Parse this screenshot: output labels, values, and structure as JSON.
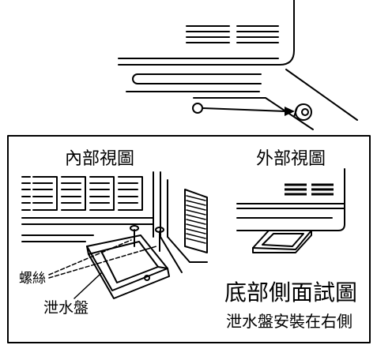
{
  "labels": {
    "inner_view": "內部視圖",
    "outer_view": "外部視圖",
    "screw": "螺絲",
    "drain_pan": "泄水盤",
    "bottom_side_view": "底部側面試圖",
    "drain_pan_note": "泄水盤安裝在右側"
  },
  "colors": {
    "line": "#000000",
    "background": "#ffffff"
  }
}
